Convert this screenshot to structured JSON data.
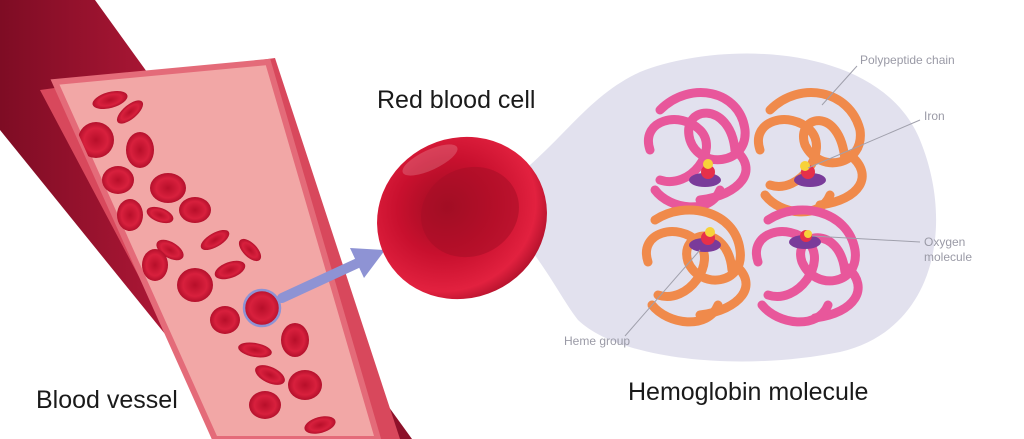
{
  "labels": {
    "blood_vessel": "Blood vessel",
    "red_blood_cell": "Red blood cell",
    "hemoglobin_molecule": "Hemoglobin molecule",
    "polypeptide_chain": "Polypeptide chain",
    "iron": "Iron",
    "oxygen_line1": "Oxygen",
    "oxygen_line2": "molecule",
    "heme_group": "Heme group"
  },
  "colors": {
    "vessel_wall": "#b01735",
    "vessel_inner": "#f2a7a6",
    "blood_cell": "#c8102e",
    "arrow": "#8e93d4",
    "zoom_bubble": "#e2e1ee",
    "chain_pink": "#e8579b",
    "chain_orange": "#f08a4b",
    "iron": "#f7d23a",
    "heme": "#7a3b9a"
  }
}
